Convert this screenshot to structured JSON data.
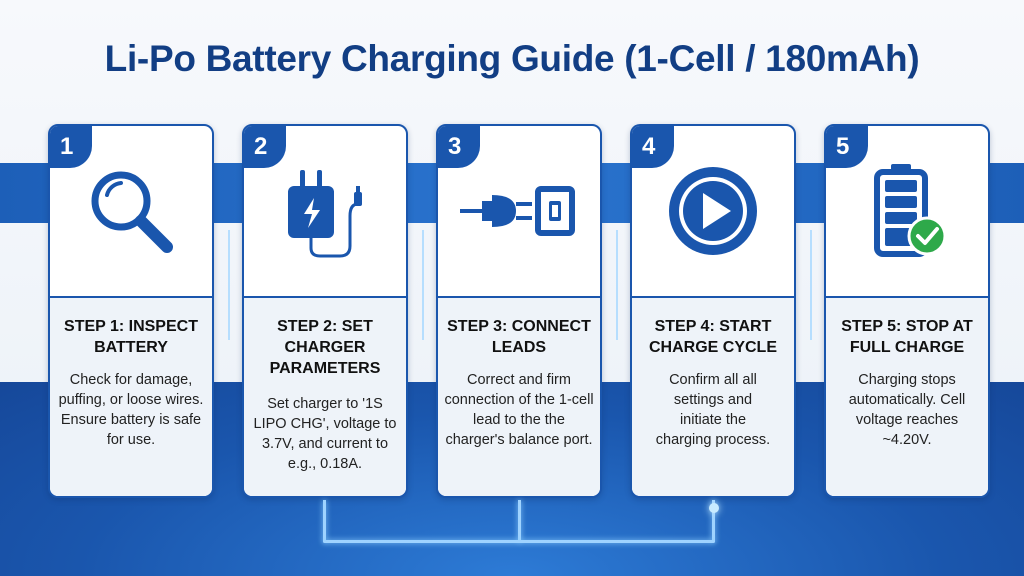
{
  "title": "Li-Po Battery Charging Guide (1-Cell / 180mAh)",
  "steps": [
    {
      "number": "1",
      "icon": "magnifier-icon",
      "title": "STEP 1: INSPECT BATTERY",
      "description": "Check for damage, puffing, or loose wires. Ensure battery is safe for use."
    },
    {
      "number": "2",
      "icon": "charger-plug-icon",
      "title": "STEP 2: SET CHARGER PARAMETERS",
      "description": "Set charger to '1S LIPO CHG', voltage to 3.7V, and current to e.g., 0.18A."
    },
    {
      "number": "3",
      "icon": "plug-socket-icon",
      "title": "STEP 3: CONNECT LEADS",
      "description": "Correct and firm connection of the 1-cell lead to the the charger's balance port."
    },
    {
      "number": "4",
      "icon": "play-icon",
      "title": "STEP 4: START CHARGE CYCLE",
      "description": "Confirm all all settings and initiate the charging process."
    },
    {
      "number": "5",
      "icon": "battery-full-check-icon",
      "title": "STEP 5: STOP AT FULL CHARGE",
      "description": "Charging stops automatically. Cell voltage reaches ~4.20V."
    }
  ],
  "colors": {
    "primary": "#1a56ad",
    "title": "#123e84",
    "glow": "#9fd3ff",
    "check": "#2ea94a"
  }
}
